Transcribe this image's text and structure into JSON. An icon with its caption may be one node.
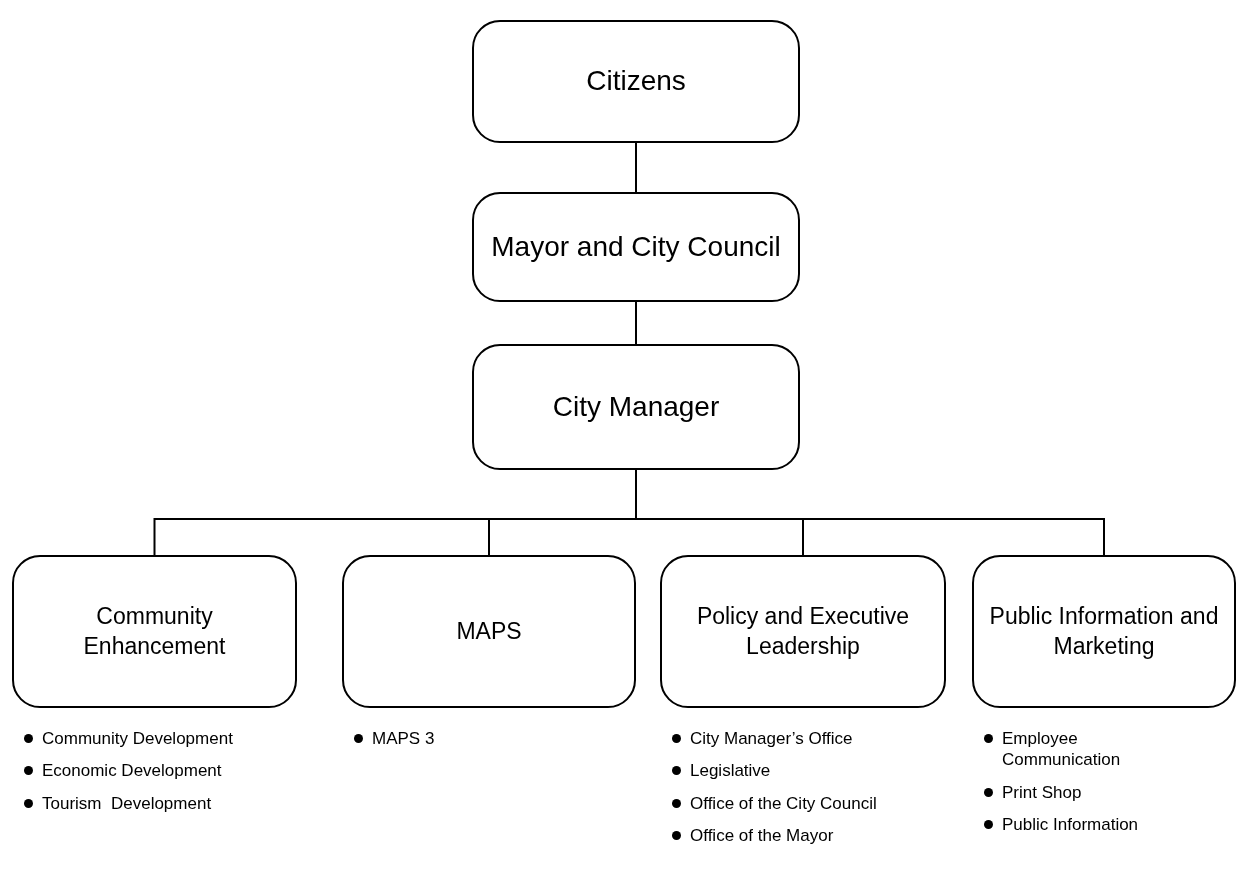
{
  "diagram": {
    "nodes": [
      {
        "text": [
          "Citizens"
        ]
      },
      {
        "text": [
          "Mayor and City Council"
        ]
      },
      {
        "text": [
          "City Manager"
        ]
      },
      {
        "text": [
          "Community Enhancement"
        ],
        "beside": [
          "Community Development",
          "Economic Development",
          "Tourism  Development"
        ]
      },
      {
        "text": [
          "MAPS"
        ],
        "beside": [
          "MAPS 3"
        ]
      },
      {
        "text": [
          "Policy and Executive Leadership"
        ],
        "beside": [
          "City Manager’s Office",
          "Legislative",
          "Office of the City Council",
          "Office of the Mayor"
        ]
      },
      {
        "text": [
          "Public Information and Marketing"
        ],
        "beside": [
          "Employee Communication",
          "Print Shop",
          "Public Information"
        ]
      }
    ],
    "edges": [
      {
        "from": 0,
        "to": 1,
        "arrow": "none"
      },
      {
        "from": 1,
        "to": 2,
        "arrow": "none"
      },
      {
        "from": 2,
        "to": 3,
        "arrow": "none"
      },
      {
        "from": 2,
        "to": 4,
        "arrow": "none"
      },
      {
        "from": 2,
        "to": 5,
        "arrow": "none"
      },
      {
        "from": 2,
        "to": 6,
        "arrow": "none"
      }
    ]
  }
}
